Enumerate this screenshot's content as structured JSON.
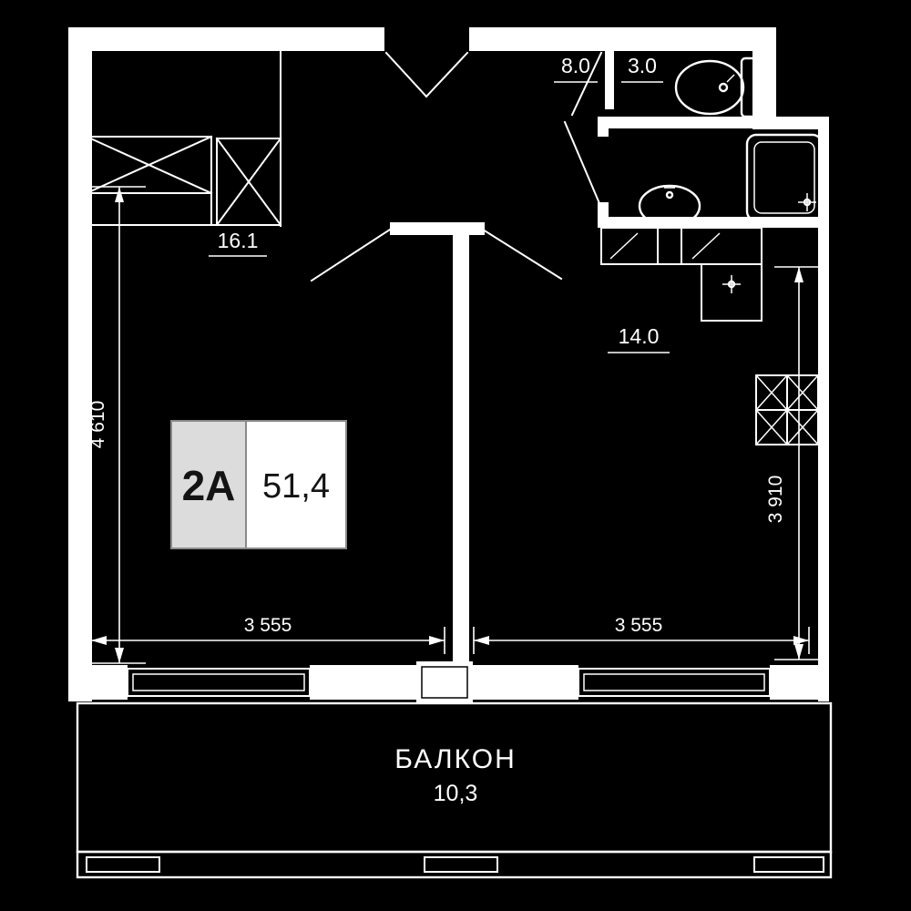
{
  "plan": {
    "unit": {
      "code": "2A",
      "area": "51,4"
    },
    "rooms": {
      "living": {
        "area": "16.1"
      },
      "hall": {
        "area": "8.0"
      },
      "wc": {
        "area": "3.0"
      },
      "kitchen": {
        "area": "14.0"
      },
      "balcony": {
        "label": "БАЛКОН",
        "area": "10,3"
      }
    },
    "dims": {
      "left": "4 610",
      "bottom_left": "3 555",
      "bottom_right": "3 555",
      "right": "3 910"
    },
    "colors": {
      "background": "#000000",
      "line": "#ffffff",
      "card_bg": "#ffffff",
      "card_cell_bg": "#dcdcdc",
      "card_text": "#141414"
    }
  }
}
